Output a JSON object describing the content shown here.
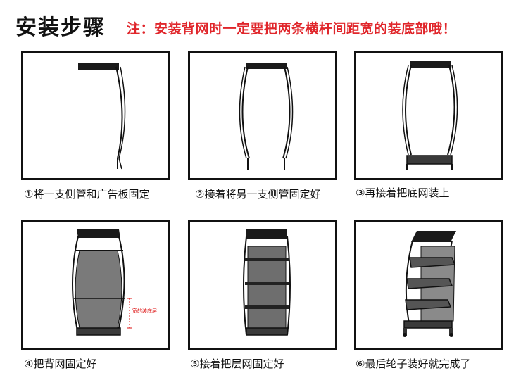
{
  "header": {
    "title": "安装步骤",
    "note": "注：安装背网时一定要把两条横杆间距宽的装底部哦！"
  },
  "steps": [
    {
      "caption": "①将一支侧管和广告板固定"
    },
    {
      "caption": "②接着将另一支侧管固定好"
    },
    {
      "caption": "③再接着把底网装上"
    },
    {
      "caption": "④把背网固定好",
      "annotation": "宽的装底层"
    },
    {
      "caption": "⑤接着把层网固定好"
    },
    {
      "caption": "⑥最后轮子装好就完成了"
    }
  ],
  "colors": {
    "title": "#111111",
    "note": "#e0262b",
    "frame": "#111111",
    "annotation": "#dd1111"
  }
}
